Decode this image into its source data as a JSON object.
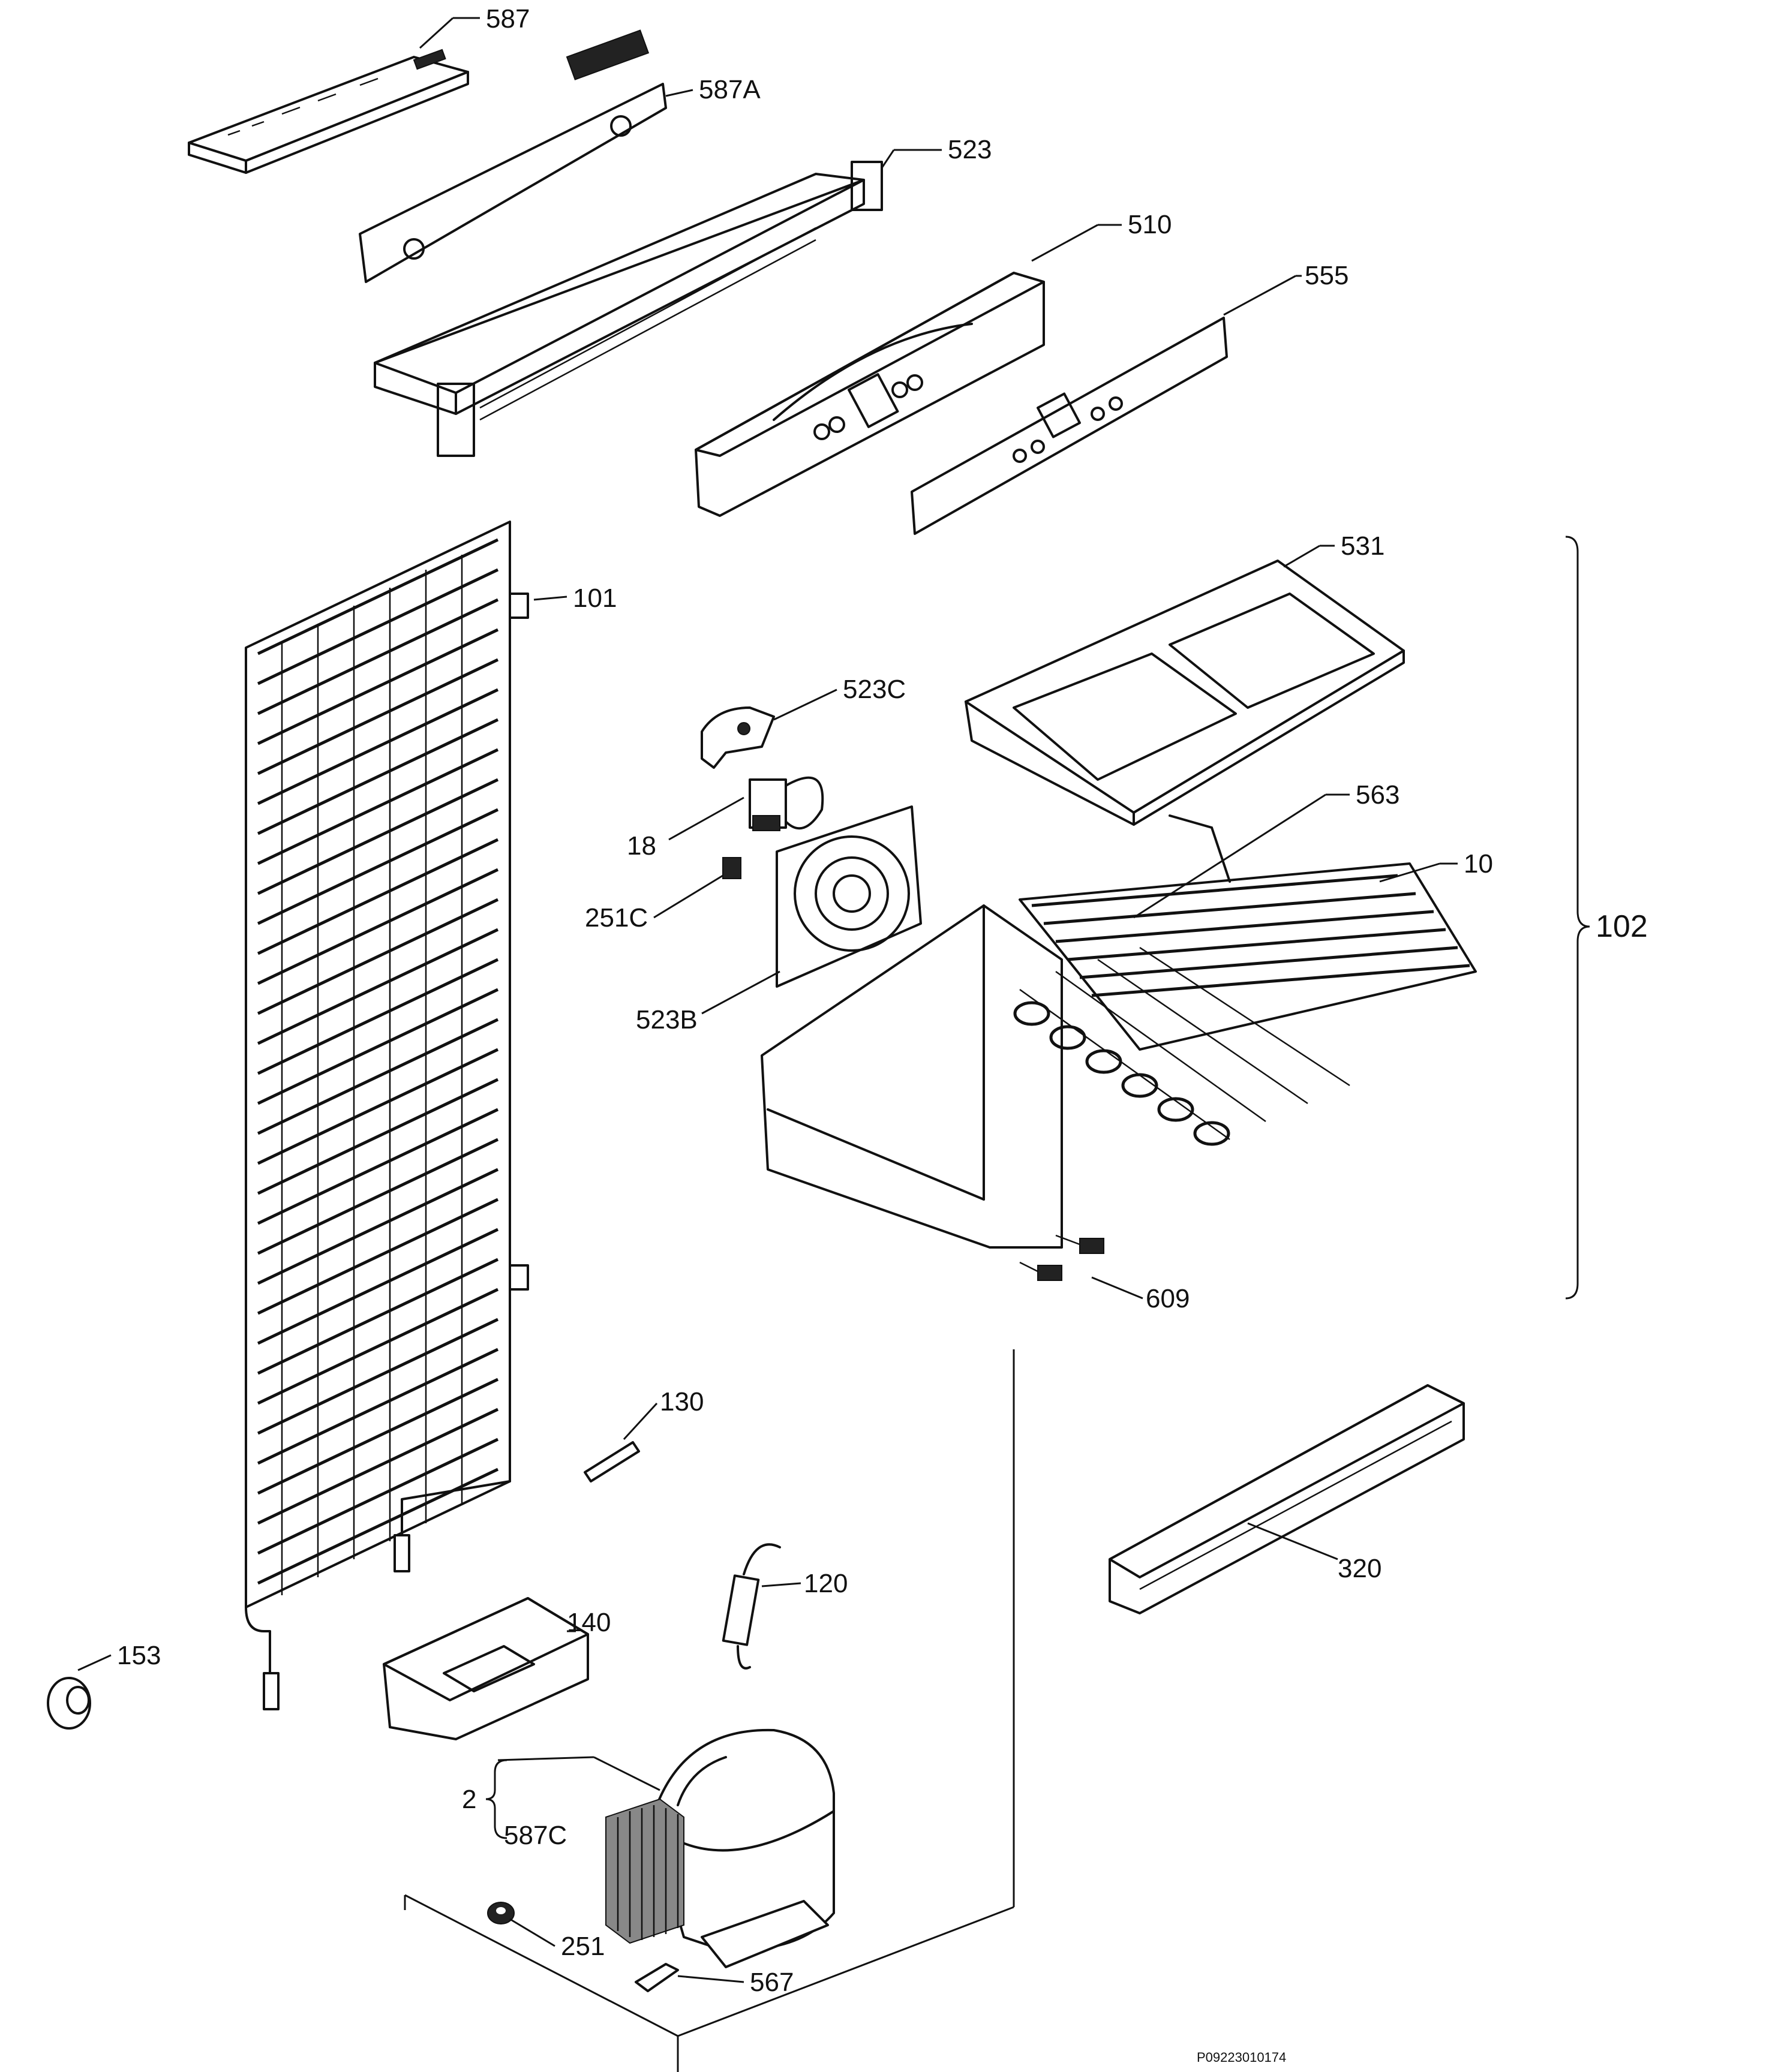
{
  "diagram": {
    "part_labels": {
      "p587": "587",
      "p587A": "587A",
      "p523": "523",
      "p510": "510",
      "p555": "555",
      "p531": "531",
      "p101": "101",
      "p523C": "523C",
      "p18": "18",
      "p251C": "251C",
      "p563": "563",
      "p10": "10",
      "p102": "102",
      "p523B": "523B",
      "p609": "609",
      "p130": "130",
      "p320": "320",
      "p120": "120",
      "p140": "140",
      "p153": "153",
      "p2": "2",
      "p587C": "587C",
      "p251": "251",
      "p567": "567"
    },
    "drawing_number": "P09223010174"
  }
}
